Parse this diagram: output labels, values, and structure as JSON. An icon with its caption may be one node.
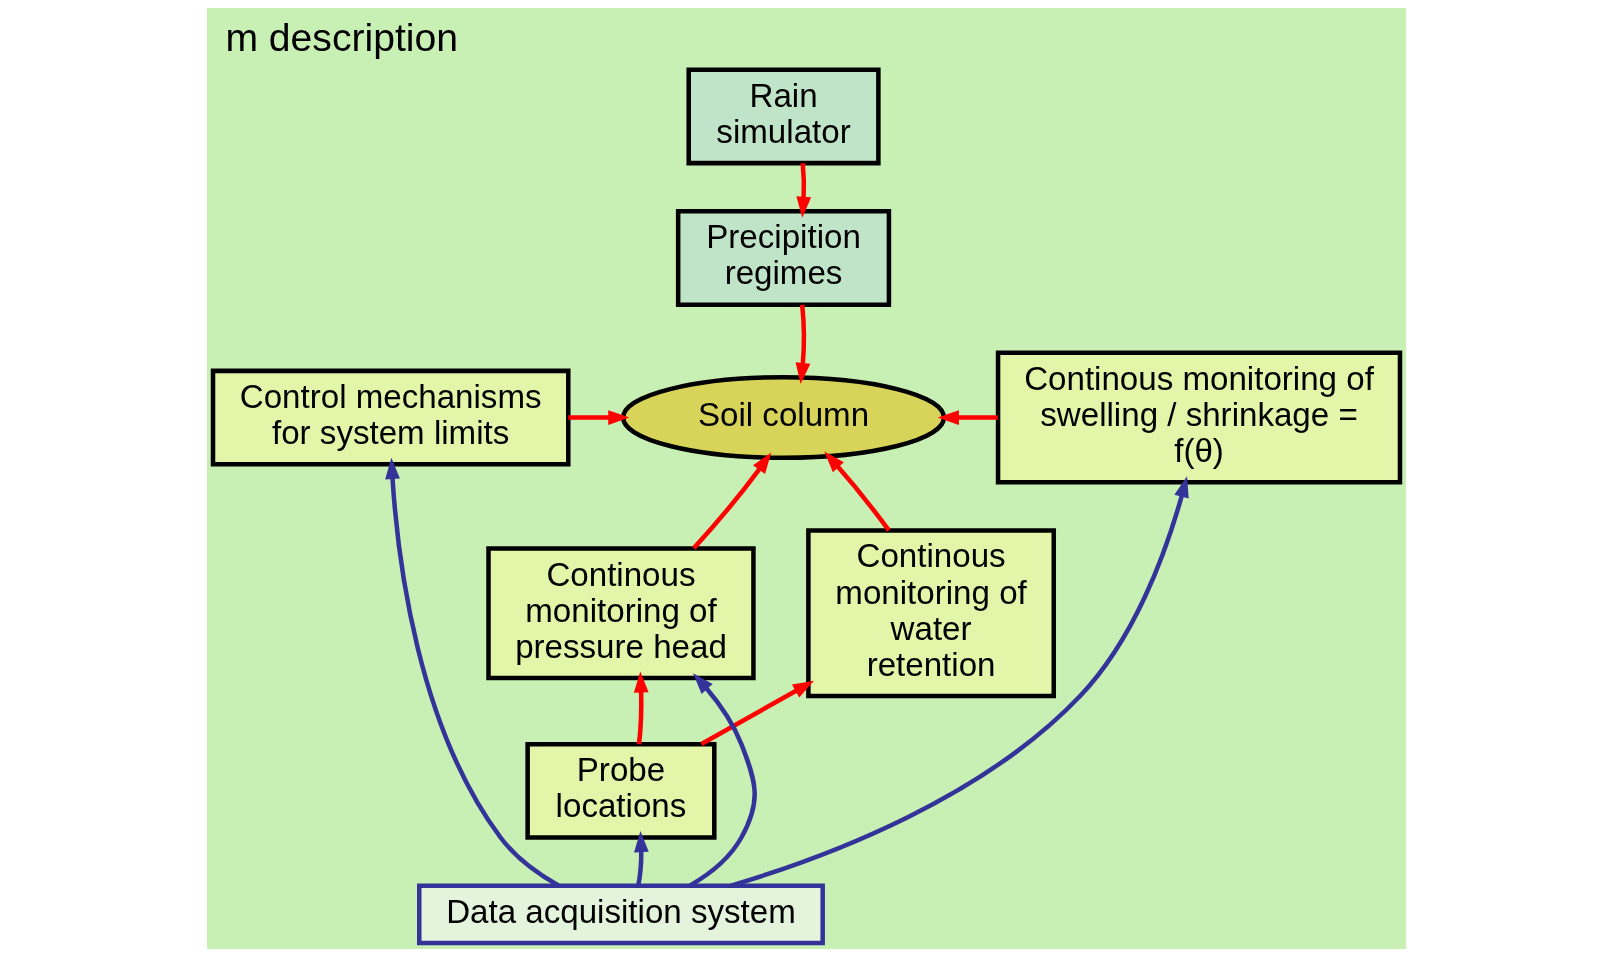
{
  "diagram": {
    "title": "m description",
    "nodes": [
      {
        "text": [
          "Rain simulator"
        ]
      },
      {
        "text": [
          "Precipition regimes"
        ]
      },
      {
        "text": [
          "Control mechanisms for system limits"
        ]
      },
      {
        "text": [
          "Soil column"
        ]
      },
      {
        "text": [
          "Continous monitoring of swelling / shrinkage = f(θ)"
        ]
      },
      {
        "text": [
          "Continous monitoring of pressure head"
        ]
      },
      {
        "text": [
          "Continous monitoring of water retention"
        ]
      },
      {
        "text": [
          "Probe locations"
        ]
      },
      {
        "text": [
          "Data acquisition system"
        ]
      }
    ],
    "edges": [
      {
        "from": 0,
        "to": 1,
        "arrow": "to"
      },
      {
        "from": 1,
        "to": 3,
        "arrow": "to"
      },
      {
        "from": 2,
        "to": 3,
        "arrow": "to"
      },
      {
        "from": 4,
        "to": 3,
        "arrow": "to"
      },
      {
        "from": 5,
        "to": 3,
        "arrow": "to"
      },
      {
        "from": 6,
        "to": 3,
        "arrow": "to"
      },
      {
        "from": 7,
        "to": 6,
        "arrow": "to"
      },
      {
        "from": 7,
        "to": 5,
        "arrow": "to"
      },
      {
        "from": 8,
        "to": 2,
        "arrow": "to",
        "color": "#333399"
      },
      {
        "from": 8,
        "to": 4,
        "arrow": "to",
        "color": "#333399"
      },
      {
        "from": 8,
        "to": 5,
        "arrow": "to",
        "color": "#333399"
      },
      {
        "from": 8,
        "to": 7,
        "arrow": "to",
        "color": "#333399"
      }
    ]
  }
}
